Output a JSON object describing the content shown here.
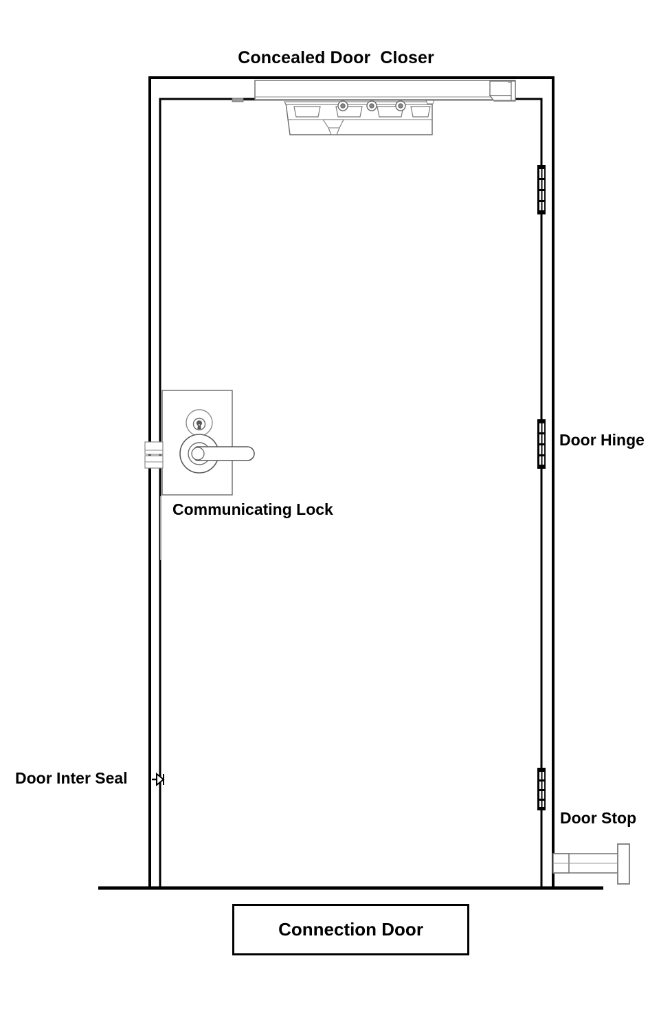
{
  "diagram": {
    "title": "Concealed Door  Closer",
    "caption": "Connection Door",
    "labels": {
      "door_hinge": "Door Hinge",
      "communicating_lock": "Communicating Lock",
      "door_inter_seal": "Door Inter Seal",
      "door_stop": "Door Stop"
    },
    "colors": {
      "line": "#000000",
      "detail_line": "#808080",
      "hinge_fill": "#000000",
      "background": "#ffffff"
    },
    "components": [
      {
        "name": "concealed-door-closer",
        "label": "Concealed Door  Closer",
        "description": "Overhead track-mounted closer with slide arm and body with three fixing screws"
      },
      {
        "name": "door-hinge",
        "label": "Door Hinge",
        "count": 3,
        "description": "Three butt hinges on the right-hand jamb"
      },
      {
        "name": "communicating-lock",
        "label": "Communicating Lock",
        "description": "Escutcheon plate with key cylinder above and lever handle on rosette below"
      },
      {
        "name": "door-inter-seal",
        "label": "Door Inter Seal",
        "description": "Perimeter seal at the leading edge of the door leaf"
      },
      {
        "name": "door-stop",
        "label": "Door Stop",
        "description": "Wall-mounted cylindrical door stop with base plate"
      }
    ]
  }
}
